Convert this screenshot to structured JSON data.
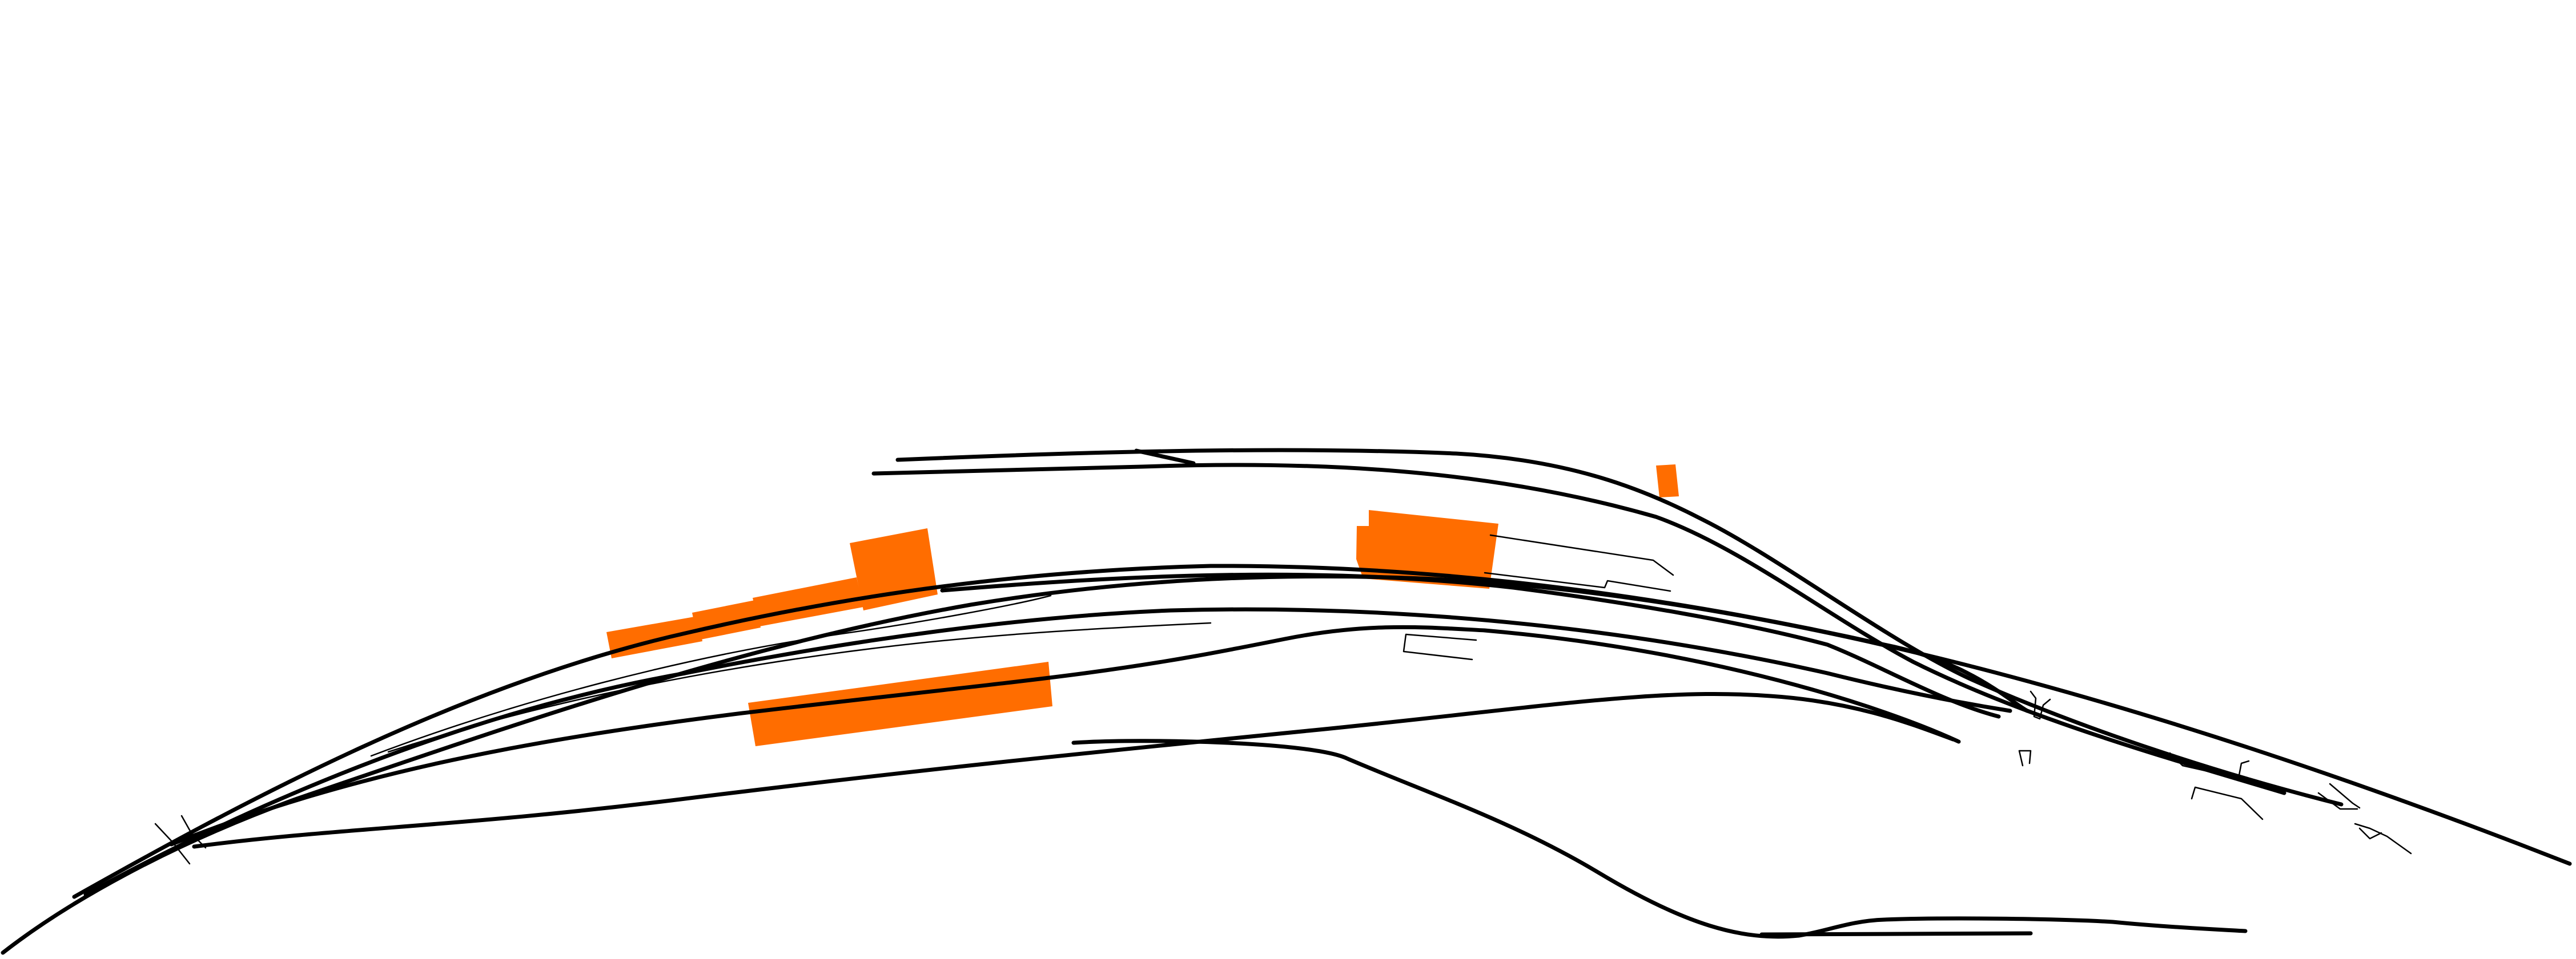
{
  "map": {
    "colors": {
      "background": "#ffffff",
      "track": "#000000",
      "building": "#ff6d00"
    },
    "layers": [
      "railway-tracks",
      "platform-edges",
      "buildings"
    ]
  }
}
